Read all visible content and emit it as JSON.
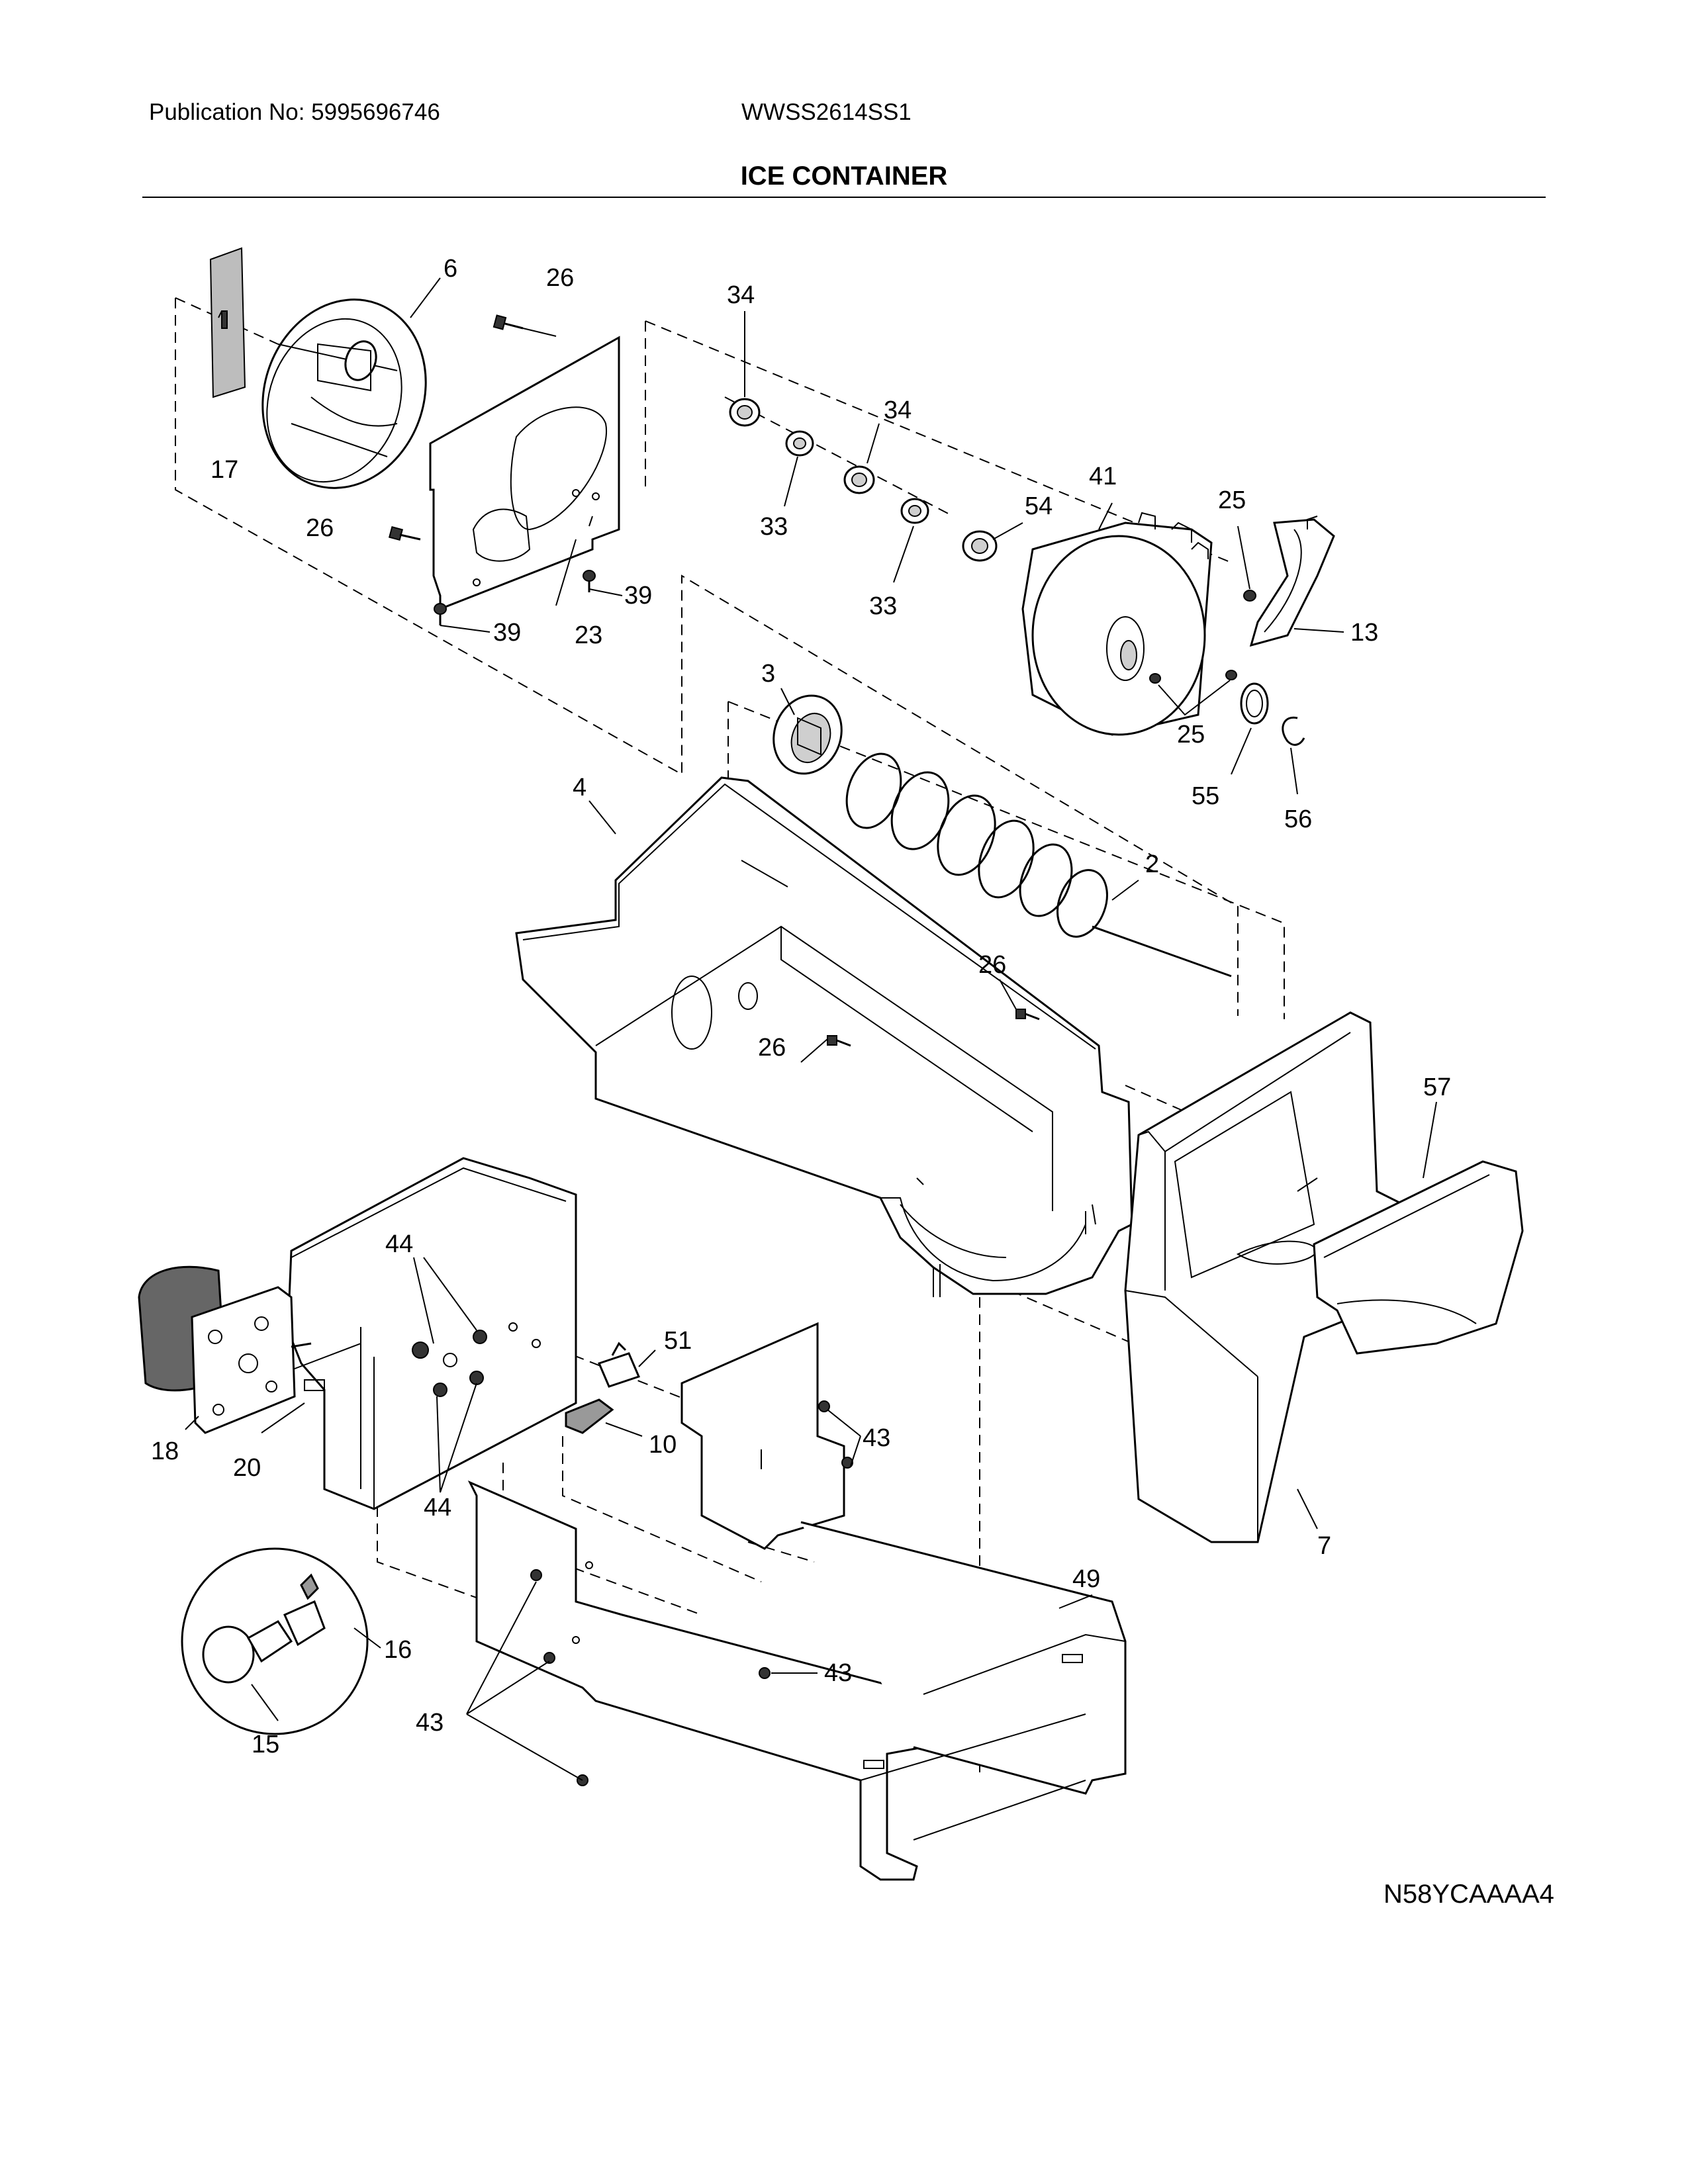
{
  "header": {
    "publication": "Publication No: 5995696746",
    "model": "WWSS2614SS1",
    "title": "ICE CONTAINER"
  },
  "diagram_code": "N58YCAAAA4",
  "callouts": {
    "c2": "2",
    "c3": "3",
    "c4": "4",
    "c6": "6",
    "c7": "7",
    "c10": "10",
    "c13": "13",
    "c15": "15",
    "c16": "16",
    "c17": "17",
    "c18": "18",
    "c20": "20",
    "c23": "23",
    "c25a": "25",
    "c25b": "25",
    "c26a": "26",
    "c26b": "26",
    "c26c": "26",
    "c26d": "26",
    "c33a": "33",
    "c33b": "33",
    "c34a": "34",
    "c34b": "34",
    "c39a": "39",
    "c39b": "39",
    "c41": "41",
    "c43a": "43",
    "c43b": "43",
    "c43c": "43",
    "c44a": "44",
    "c44b": "44",
    "c49": "49",
    "c51": "51",
    "c54": "54",
    "c55": "55",
    "c56": "56",
    "c57": "57"
  }
}
